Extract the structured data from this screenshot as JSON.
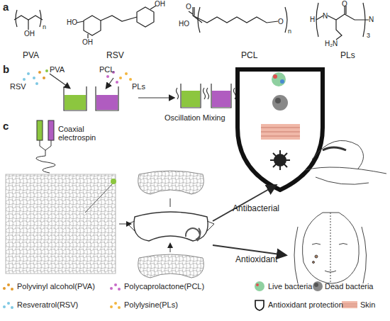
{
  "diagram": {
    "labels": [
      "a",
      "OH",
      "n",
      "HO",
      "OH",
      "OH",
      "O",
      "HO",
      "O",
      "n",
      "H",
      "N",
      "O",
      "N",
      "3",
      "H₂N",
      "PVA",
      "RSV",
      "PCL",
      "PLs",
      "b",
      "PVA",
      "RSV",
      "PCL",
      "PLs",
      "Oscillation Mixing",
      "c",
      "Coaxial electrospin",
      "Antibacterial",
      "Antioxidant"
    ],
    "legend": [
      {
        "text": "Polyvinyl alcohol(PVA)",
        "color": "#e39a2c"
      },
      {
        "text": "Polycaprolactone(PCL)",
        "color": "#c86ac8"
      },
      {
        "text": "Live bacteria"
      },
      {
        "text": "Dead bacteria"
      },
      {
        "text": "Resveratrol(RSV)",
        "color": "#7ec8e3"
      },
      {
        "text": "Polylysine(PLs)",
        "color": "#f2b640"
      },
      {
        "text": "Antioxidant protection"
      },
      {
        "text": "Skin"
      }
    ]
  }
}
